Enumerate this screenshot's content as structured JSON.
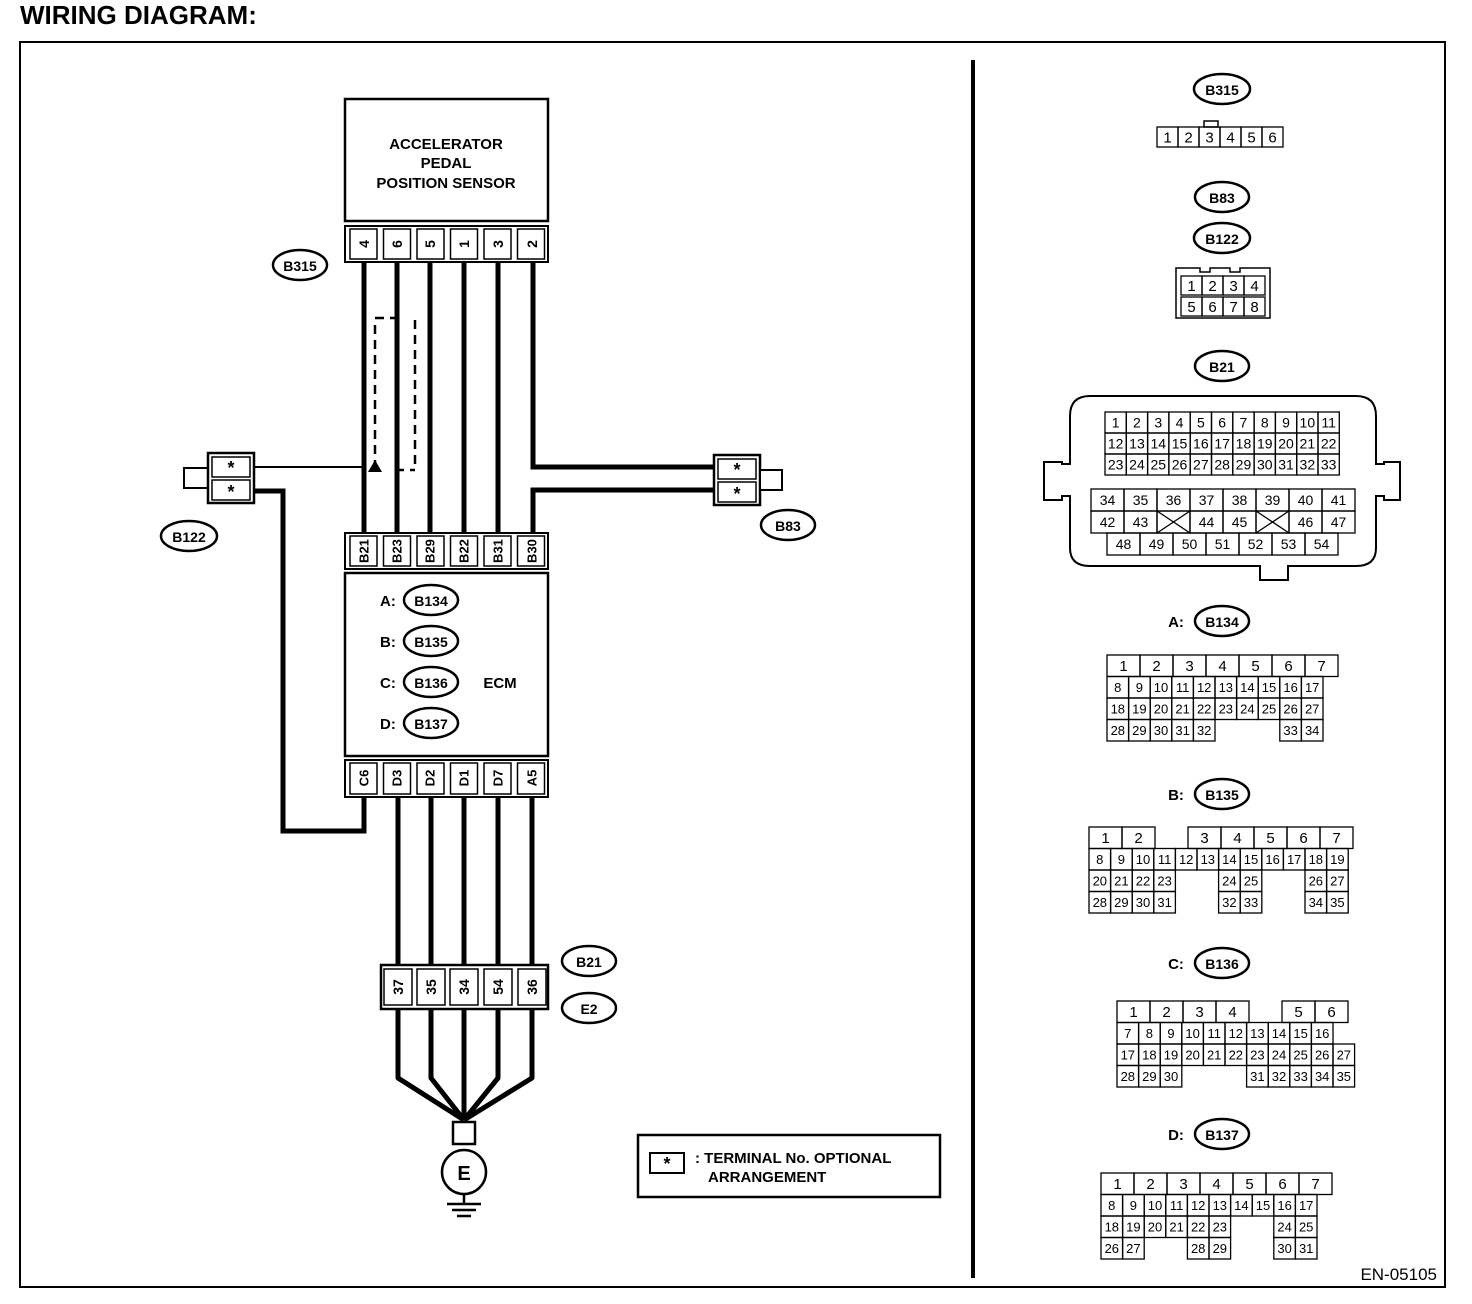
{
  "header": {
    "title": "WIRING DIAGRAM:"
  },
  "sensor": {
    "lines": [
      "ACCELERATOR",
      "PEDAL",
      "POSITION SENSOR"
    ]
  },
  "ecm": {
    "name": "ECM",
    "connectors": [
      {
        "letter": "A:",
        "name": "B134"
      },
      {
        "letter": "B:",
        "name": "B135"
      },
      {
        "letter": "C:",
        "name": "B136"
      },
      {
        "letter": "D:",
        "name": "B137"
      }
    ]
  },
  "labels": {
    "b315": "B315",
    "b122": "B122",
    "b83": "B83",
    "b21": "B21",
    "e2": "E2",
    "ground": "E",
    "star": "*",
    "doc_id": "EN-05105"
  },
  "wires": {
    "sensor_pins": [
      "4",
      "6",
      "5",
      "1",
      "3",
      "2"
    ],
    "ecm_top_pins": [
      "B21",
      "B23",
      "B29",
      "B22",
      "B31",
      "B30"
    ],
    "ecm_bottom_pins": [
      "C6",
      "D3",
      "D2",
      "D1",
      "D7",
      "A5"
    ],
    "b21_pins": [
      "37",
      "35",
      "34",
      "54",
      "36"
    ]
  },
  "legend": {
    "symbol": "*",
    "line1": ": TERMINAL No. OPTIONAL",
    "line2": "ARRANGEMENT"
  },
  "connectors": {
    "b315": {
      "name": "B315",
      "pins": [
        "1",
        "2",
        "3",
        "4",
        "5",
        "6"
      ]
    },
    "b83": {
      "name": "B83"
    },
    "b122": {
      "name": "B122",
      "rows": [
        [
          "1",
          "2",
          "3",
          "4"
        ],
        [
          "5",
          "6",
          "7",
          "8"
        ]
      ]
    },
    "b21": {
      "name": "B21",
      "top_rows": [
        [
          "1",
          "2",
          "3",
          "4",
          "5",
          "6",
          "7",
          "8",
          "9",
          "10",
          "11"
        ],
        [
          "12",
          "13",
          "14",
          "15",
          "16",
          "17",
          "18",
          "19",
          "20",
          "21",
          "22"
        ],
        [
          "23",
          "24",
          "25",
          "26",
          "27",
          "28",
          "29",
          "30",
          "31",
          "32",
          "33"
        ]
      ],
      "bottom_rows": [
        [
          "34",
          "35",
          "36",
          "37",
          "38",
          "39",
          "40",
          "41"
        ],
        [
          "42",
          "43",
          "",
          "44",
          "45",
          "",
          "46",
          "47"
        ],
        [
          "48",
          "49",
          "50",
          "51",
          "52",
          "53",
          "54"
        ]
      ]
    },
    "b134": {
      "letter": "A:",
      "name": "B134",
      "rows": [
        [
          "1",
          "2",
          "3",
          "4",
          "5",
          "6",
          "7"
        ],
        [
          "8",
          "9",
          "10",
          "11",
          "12",
          "13",
          "14",
          "15",
          "16",
          "17"
        ],
        [
          "18",
          "19",
          "20",
          "21",
          "22",
          "23",
          "24",
          "25",
          "26",
          "27"
        ],
        [
          "28",
          "29",
          "30",
          "31",
          "32",
          "",
          "",
          "",
          "33",
          "34"
        ]
      ]
    },
    "b135": {
      "letter": "B:",
      "name": "B135",
      "rows": [
        [
          "1",
          "2",
          "",
          "3",
          "4",
          "5",
          "6",
          "7"
        ],
        [
          "8",
          "9",
          "10",
          "11",
          "12",
          "13",
          "14",
          "15",
          "16",
          "17",
          "18",
          "19"
        ],
        [
          "20",
          "21",
          "22",
          "23",
          "",
          "",
          "24",
          "25",
          "",
          "",
          "26",
          "27"
        ],
        [
          "28",
          "29",
          "30",
          "31",
          "",
          "",
          "32",
          "33",
          "",
          "",
          "34",
          "35"
        ]
      ]
    },
    "b136": {
      "letter": "C:",
      "name": "B136",
      "rows": [
        [
          "1",
          "2",
          "3",
          "4",
          "",
          "5",
          "6"
        ],
        [
          "7",
          "8",
          "9",
          "10",
          "11",
          "12",
          "13",
          "14",
          "15",
          "16"
        ],
        [
          "17",
          "18",
          "19",
          "20",
          "21",
          "22",
          "23",
          "24",
          "25",
          "26",
          "27"
        ],
        [
          "28",
          "29",
          "30",
          "",
          "",
          "",
          "31",
          "32",
          "33",
          "34",
          "35"
        ]
      ]
    },
    "b137": {
      "letter": "D:",
      "name": "B137",
      "rows": [
        [
          "1",
          "2",
          "3",
          "4",
          "5",
          "6",
          "7"
        ],
        [
          "8",
          "9",
          "10",
          "11",
          "12",
          "13",
          "14",
          "15",
          "16",
          "17"
        ],
        [
          "18",
          "19",
          "20",
          "21",
          "22",
          "23",
          "",
          "",
          "24",
          "25"
        ],
        [
          "26",
          "27",
          "",
          "",
          "28",
          "29",
          "",
          "",
          "30",
          "31"
        ]
      ]
    }
  }
}
